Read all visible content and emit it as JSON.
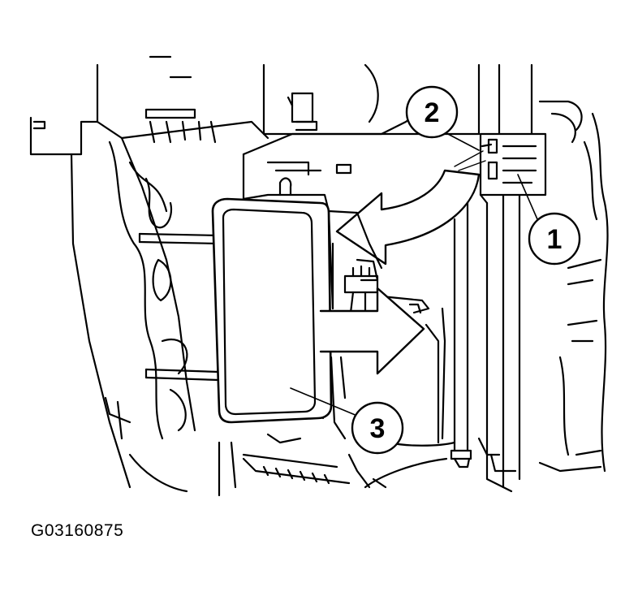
{
  "figure": {
    "code": "G03160875"
  },
  "callouts": [
    {
      "id": "1",
      "label": "1"
    },
    {
      "id": "2",
      "label": "2"
    },
    {
      "id": "3",
      "label": "3"
    }
  ],
  "colors": {
    "line": "#000000",
    "fill": "#ffffff"
  }
}
